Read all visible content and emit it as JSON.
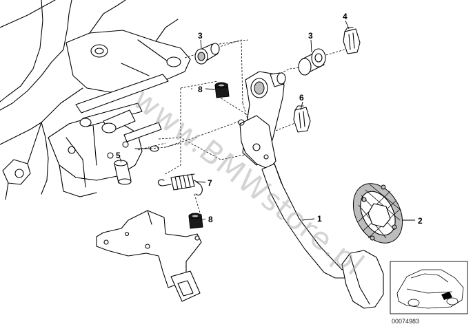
{
  "callouts": {
    "c1": "1",
    "c2": "2",
    "c3a": "3",
    "c3b": "3",
    "c4": "4",
    "c5": "5",
    "c6": "6",
    "c7": "7",
    "c8a": "8",
    "c8b": "8"
  },
  "watermark": "www.BMWstore.pl",
  "diagram_number": "00074983"
}
